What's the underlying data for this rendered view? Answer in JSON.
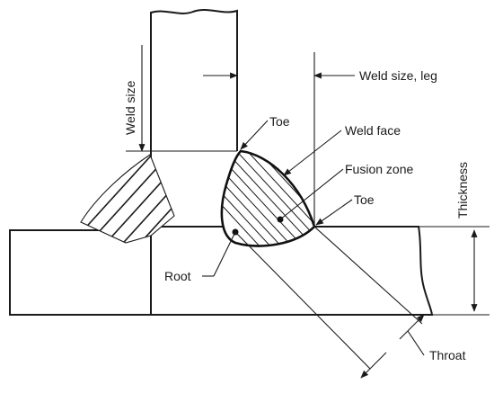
{
  "labels": {
    "weld_size_vertical": "Weld size",
    "weld_size_leg": "Weld size, leg",
    "toe_top": "Toe",
    "weld_face": "Weld face",
    "fusion_zone": "Fusion zone",
    "toe_right": "Toe",
    "thickness": "Thickness",
    "root": "Root",
    "throat": "Throat"
  }
}
